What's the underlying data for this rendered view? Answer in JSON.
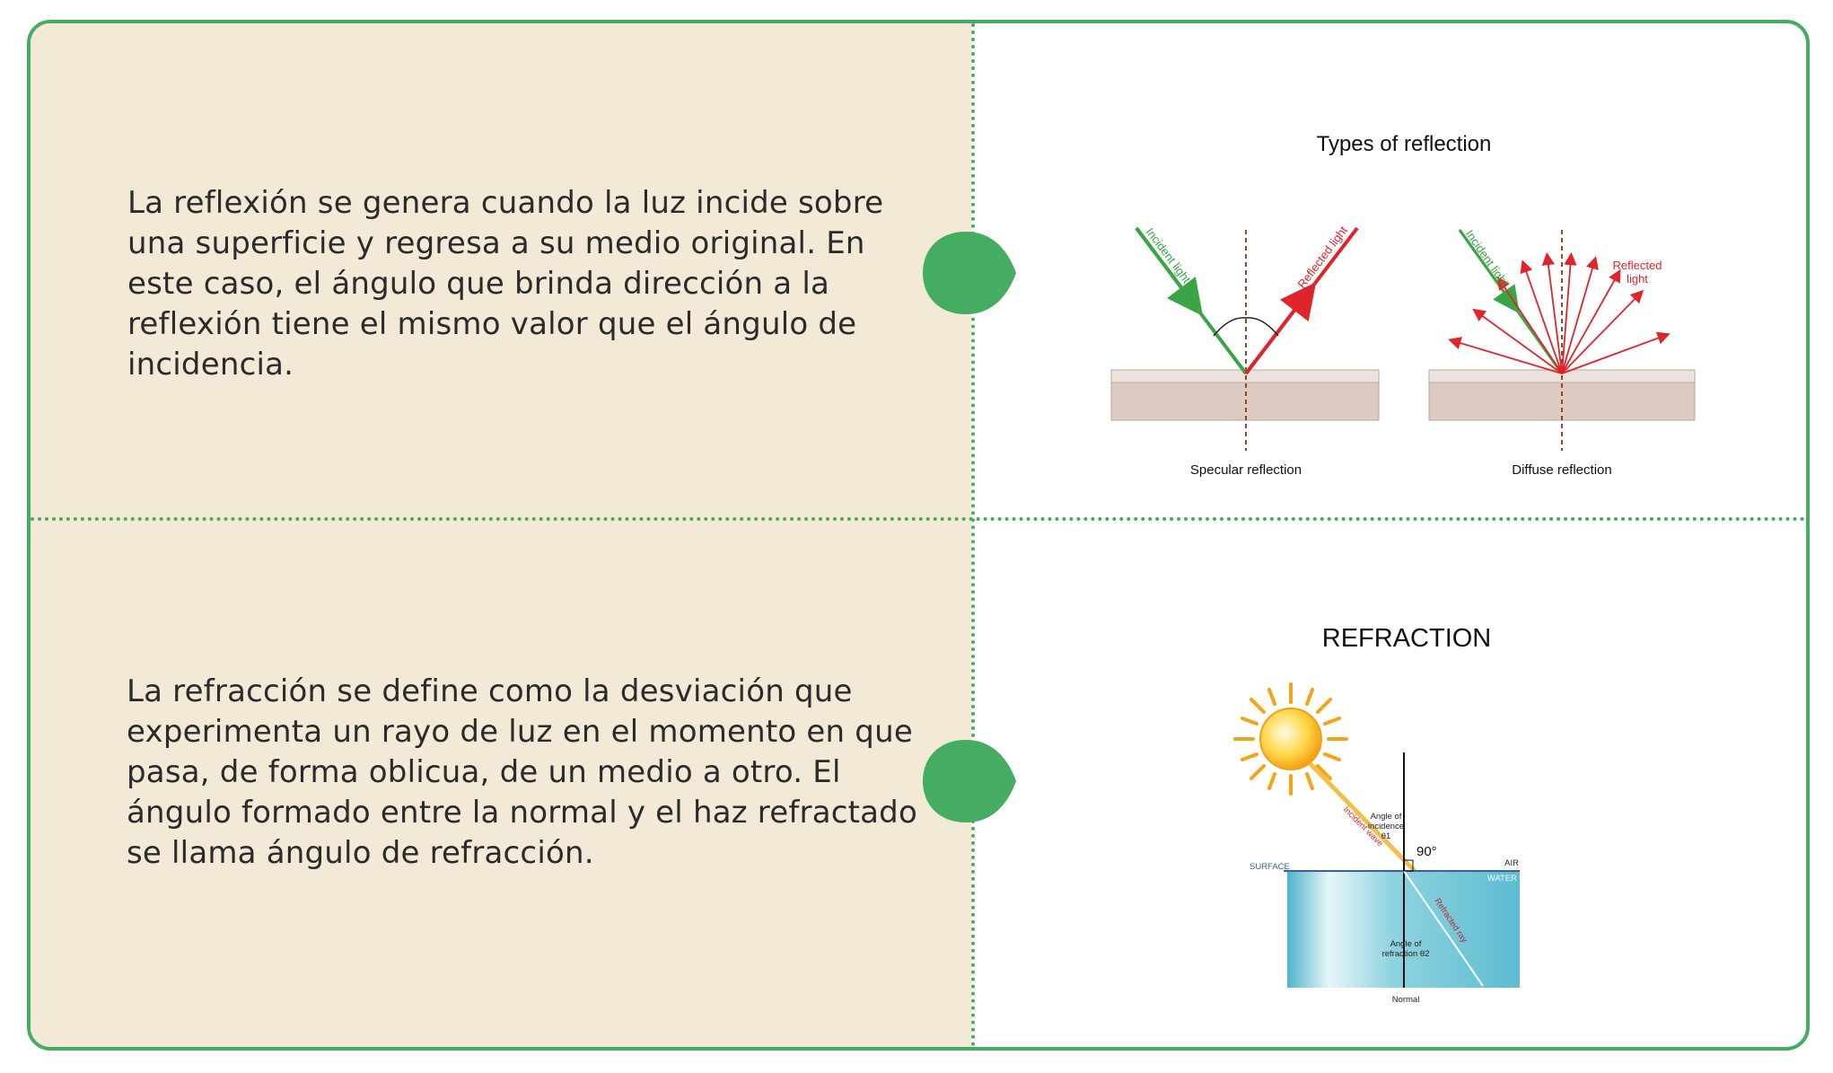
{
  "rows": [
    {
      "text": "La reflexión se genera cuando la luz incide sobre una superficie y regresa a su medio original. En este caso, el ángulo que brinda dirección a la reflexión tiene el mismo valor que el ángulo de incidencia.",
      "figure": {
        "title": "Types of reflection",
        "specular": {
          "caption": "Specular reflection",
          "incident": "Incident light",
          "reflected": "Reflected light"
        },
        "diffuse": {
          "caption": "Diffuse reflection",
          "incident": "Incident light",
          "reflected_line1": "Reflected",
          "reflected_line2": "light"
        }
      }
    },
    {
      "text": "La refracción se define como la desviación que experimenta un rayo de luz en el momento en que pasa, de forma oblicua, de un medio a otro. El ángulo formado entre la normal y el haz refractado se llama ángulo de refracción.",
      "figure": {
        "title": "REFRACTION",
        "angle_incidence_1": "Angle of",
        "angle_incidence_2": "incidence",
        "angle_incidence_3": "θ1",
        "right_angle": "90°",
        "incident_wave": "Incident wave",
        "surface": "SURFACE",
        "air": "AIR",
        "water": "WATER",
        "refracted_ray": "Refracted ray",
        "angle_refraction_1": "Angle of",
        "angle_refraction_2": "refraction θ2",
        "normal": "Normal"
      }
    }
  ],
  "colors": {
    "accent": "#45ad62",
    "panel": "#f2ead6",
    "incident": "#3aa545",
    "reflected": "#e0242b",
    "water": "#7ccbd9"
  }
}
